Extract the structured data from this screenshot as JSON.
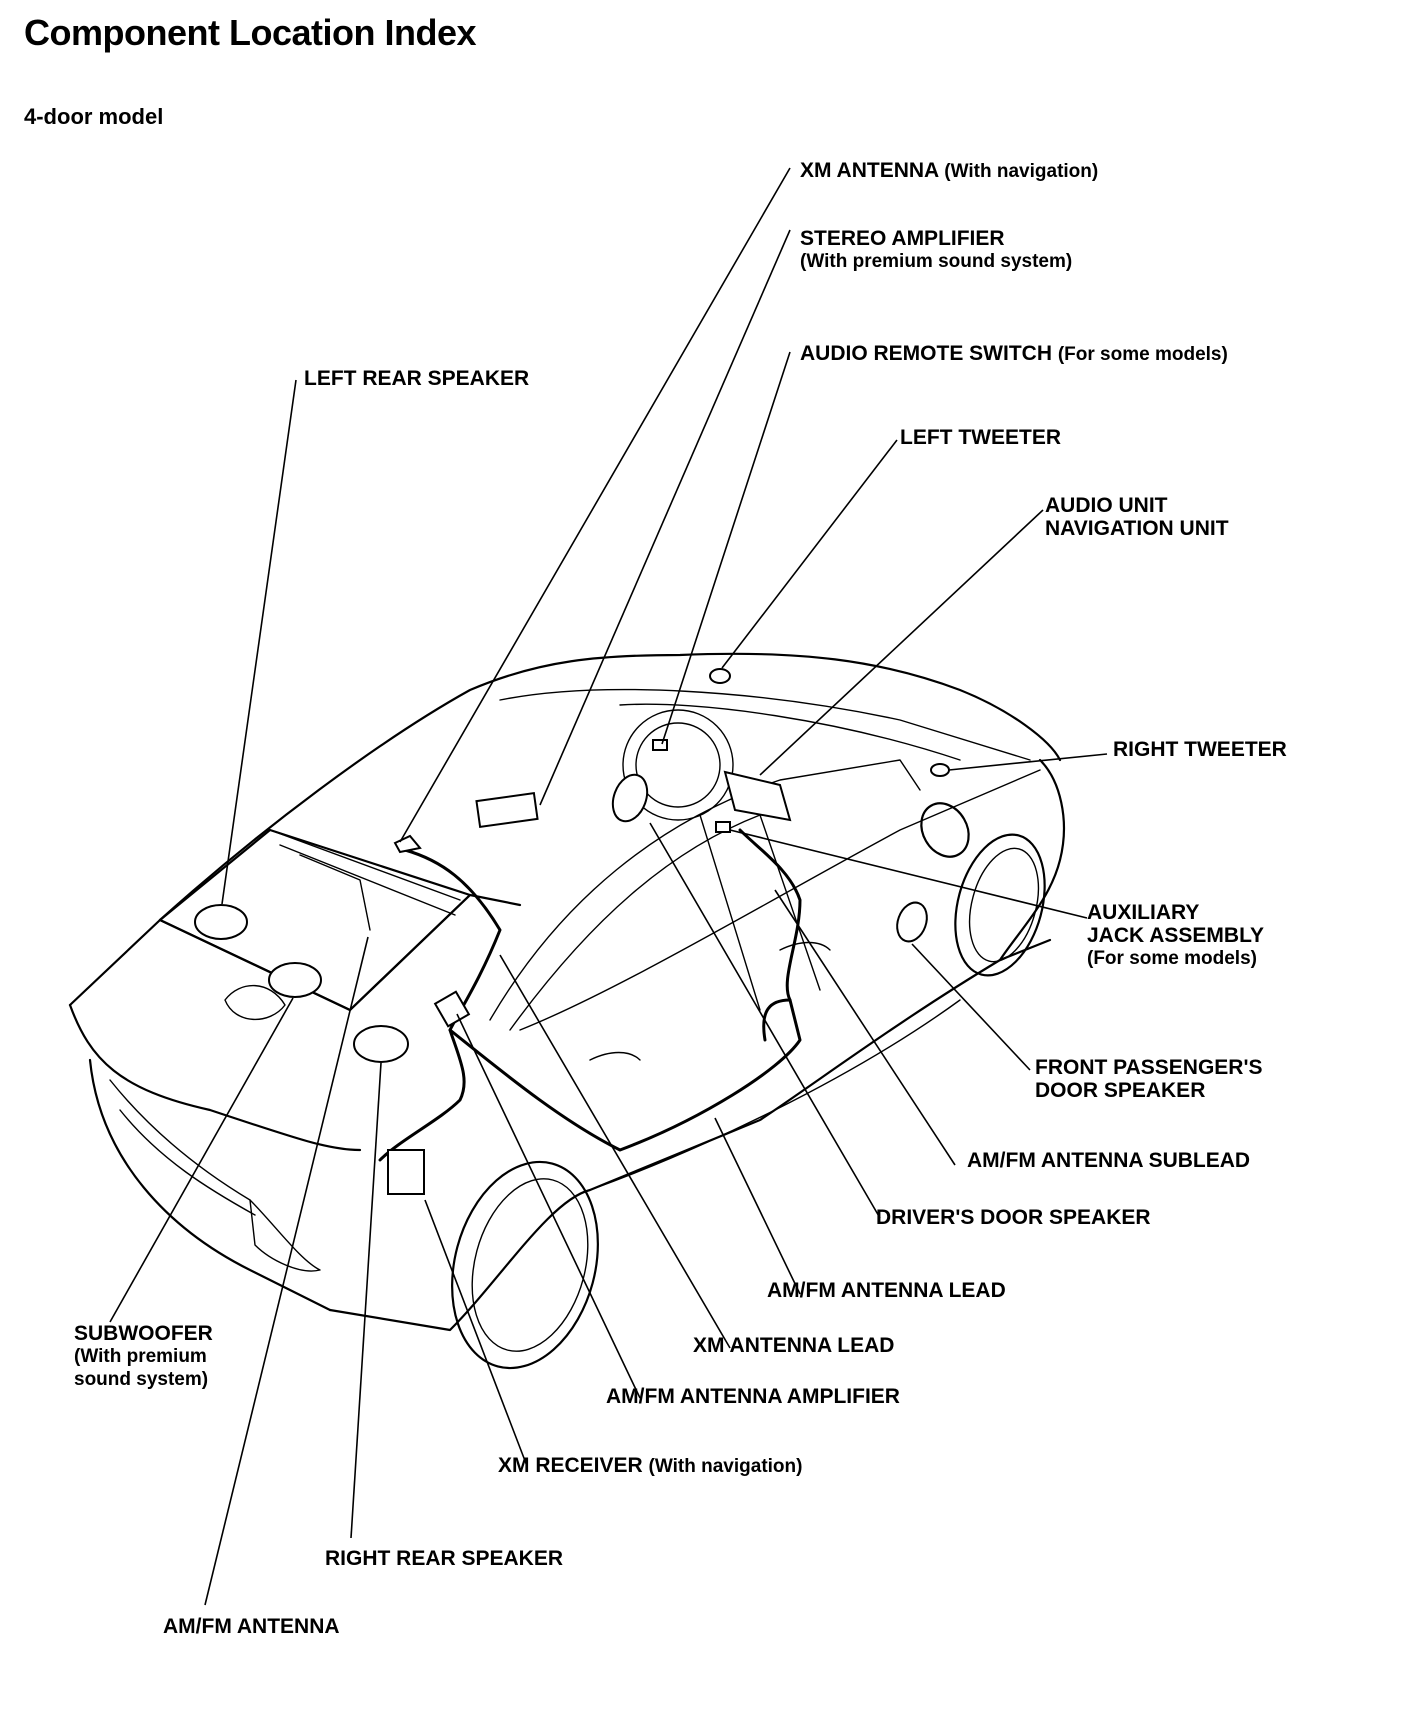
{
  "title": "Component Location Index",
  "subtitle": "4-door model",
  "labels": {
    "xm_antenna": {
      "main": "XM ANTENNA",
      "note": "(With navigation)"
    },
    "stereo_amplifier": {
      "main": "STEREO AMPLIFIER",
      "note": "(With premium sound system)"
    },
    "audio_remote_switch": {
      "main": "AUDIO REMOTE SWITCH",
      "note": "(For some models)"
    },
    "left_rear_speaker": {
      "main": "LEFT REAR SPEAKER"
    },
    "left_tweeter": {
      "main": "LEFT TWEETER"
    },
    "audio_unit": {
      "line1": "AUDIO UNIT",
      "line2": "NAVIGATION UNIT"
    },
    "right_tweeter": {
      "main": "RIGHT TWEETER"
    },
    "auxiliary_jack": {
      "line1": "AUXILIARY",
      "line2": "JACK ASSEMBLY",
      "note": "(For some models)"
    },
    "front_passenger_door_speaker": {
      "line1": "FRONT PASSENGER'S",
      "line2": "DOOR SPEAKER"
    },
    "amfm_antenna_sublead": {
      "main": "AM/FM ANTENNA SUBLEAD"
    },
    "drivers_door_speaker": {
      "main": "DRIVER'S DOOR SPEAKER"
    },
    "amfm_antenna_lead": {
      "main": "AM/FM ANTENNA LEAD"
    },
    "xm_antenna_lead": {
      "main": "XM ANTENNA LEAD"
    },
    "amfm_antenna_amplifier": {
      "main": "AM/FM ANTENNA AMPLIFIER"
    },
    "xm_receiver": {
      "main": "XM RECEIVER",
      "note": "(With navigation)"
    },
    "subwoofer": {
      "line1": "SUBWOOFER",
      "line2": "(With premium",
      "line3": "sound system)"
    },
    "right_rear_speaker": {
      "main": "RIGHT REAR SPEAKER"
    },
    "amfm_antenna": {
      "main": "AM/FM ANTENNA"
    }
  }
}
